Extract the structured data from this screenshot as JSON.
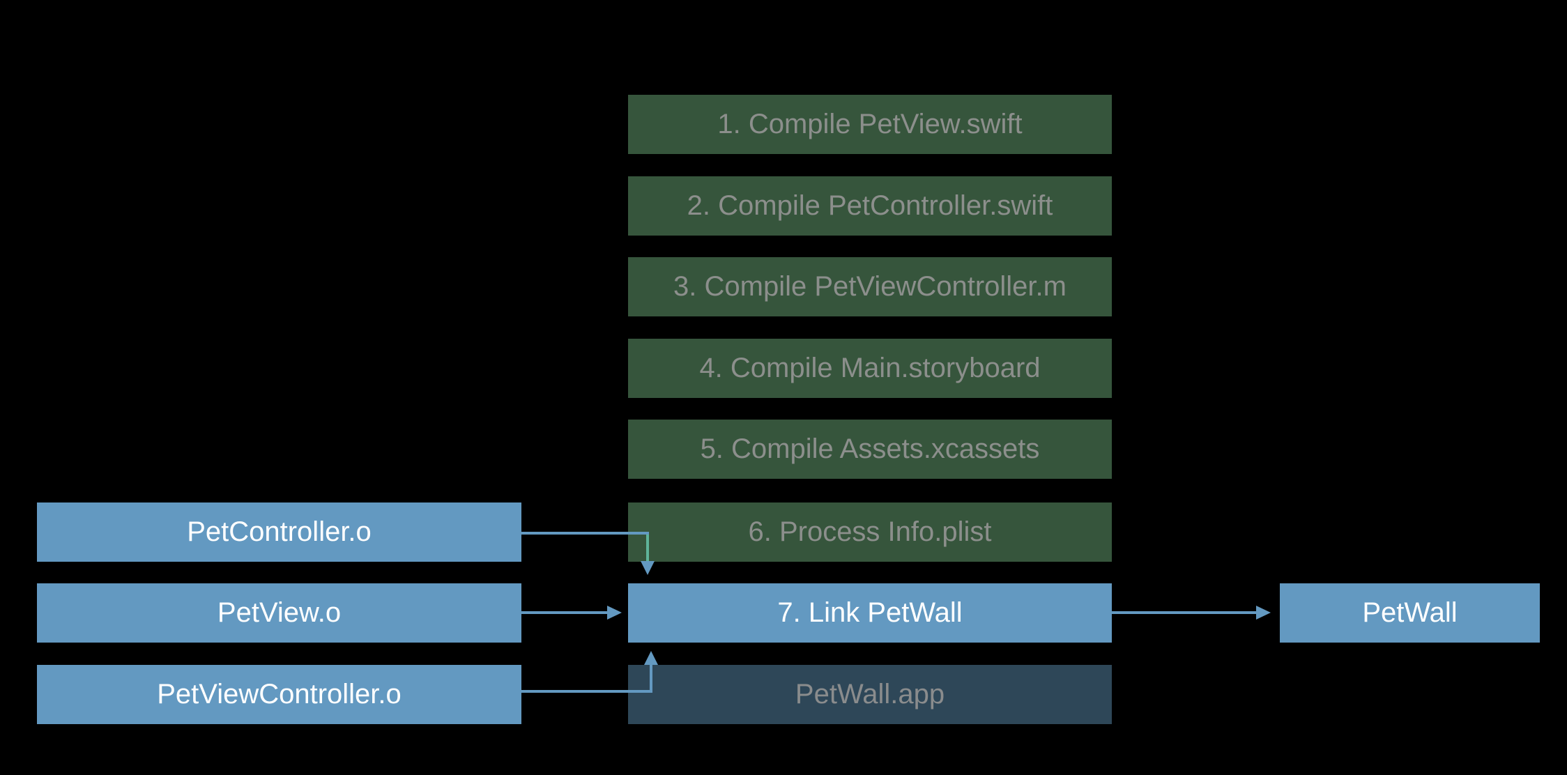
{
  "steps": [
    {
      "label": "1. Compile PetView.swift"
    },
    {
      "label": "2. Compile PetController.swift"
    },
    {
      "label": "3. Compile PetViewController.m"
    },
    {
      "label": "4. Compile Main.storyboard"
    },
    {
      "label": "5. Compile Assets.xcassets"
    },
    {
      "label": "6. Process Info.plist"
    },
    {
      "label": "7. Link PetWall"
    },
    {
      "label": "PetWall.app"
    }
  ],
  "inputs": [
    {
      "label": "PetController.o"
    },
    {
      "label": "PetView.o"
    },
    {
      "label": "PetViewController.o"
    }
  ],
  "output": {
    "label": "PetWall"
  },
  "colors": {
    "background": "#000000",
    "step_inactive": "#36553c",
    "step_active": "#6399c1",
    "app_bundle": "#2e4758",
    "arrow": "#6399c1",
    "arrow_green": "#5fb49a"
  }
}
